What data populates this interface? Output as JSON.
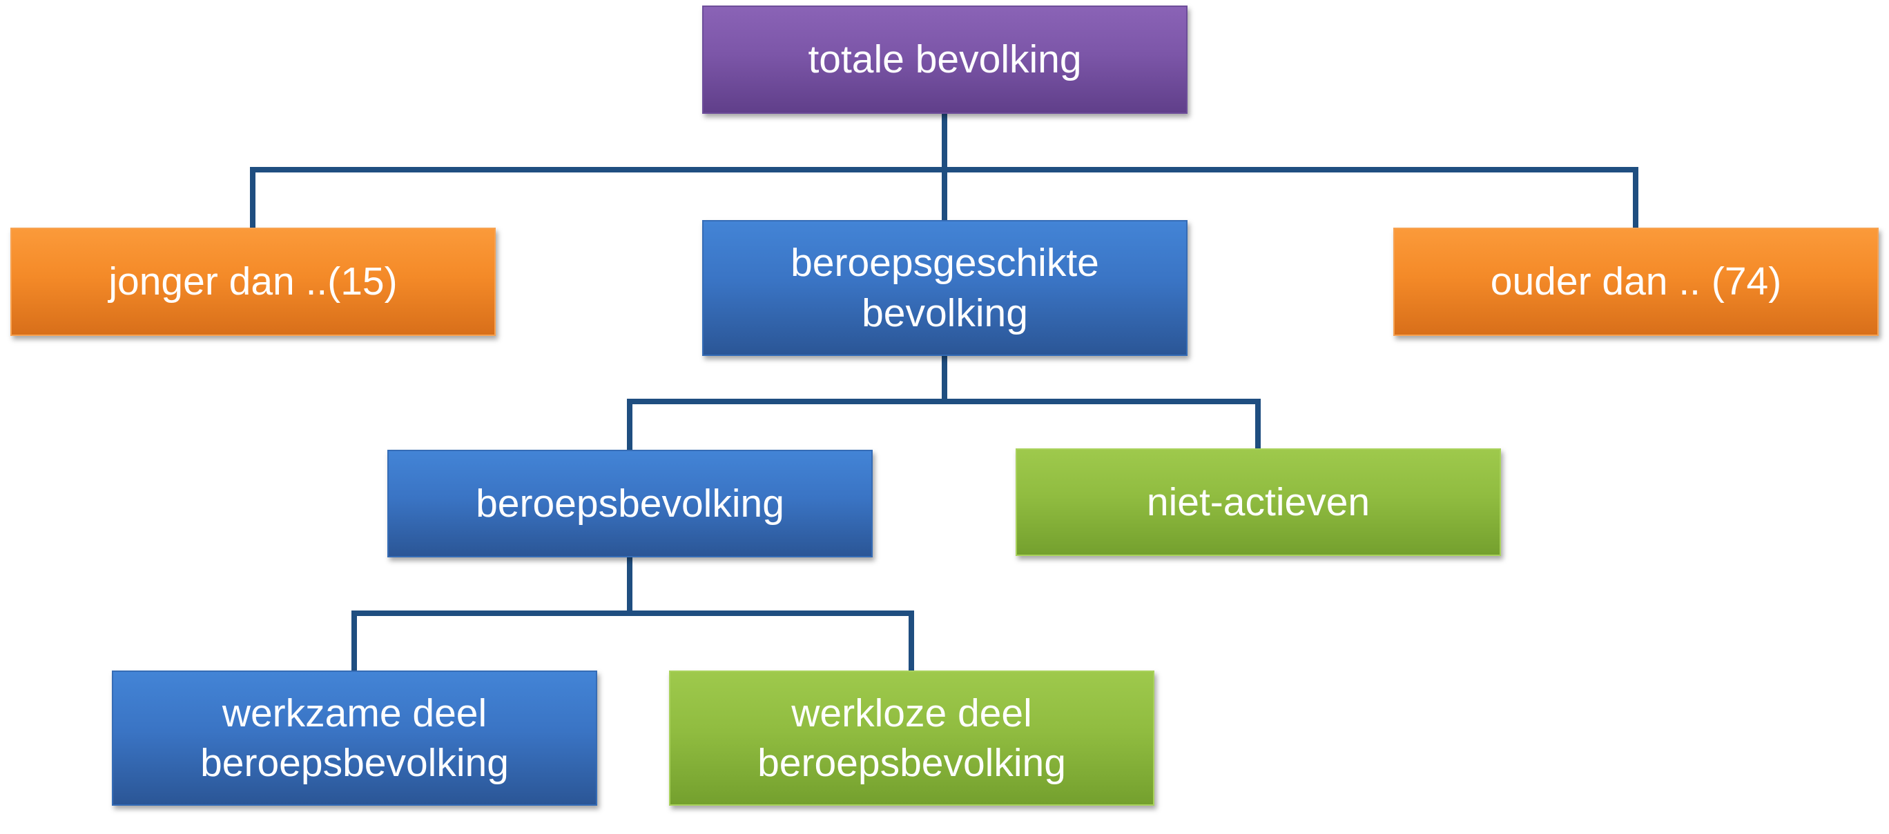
{
  "colors": {
    "connector": "#1f4e80",
    "purple": "#7c56a8",
    "orange": "#f48a28",
    "blue": "#3a74c4",
    "green": "#90bc40",
    "text": "#ffffff"
  },
  "nodes": {
    "totale_bevolking": "totale bevolking",
    "jonger_dan": "jonger dan ..(15)",
    "beroepsgeschikte_bevolking": "beroepsgeschikte\nbevolking",
    "ouder_dan": "ouder dan .. (74)",
    "beroepsbevolking": "beroepsbevolking",
    "niet_actieven": "niet-actieven",
    "werkzame_deel": "werkzame deel\nberoepsbevolking",
    "werkloze_deel": "werkloze deel\nberoepsbevolking"
  }
}
